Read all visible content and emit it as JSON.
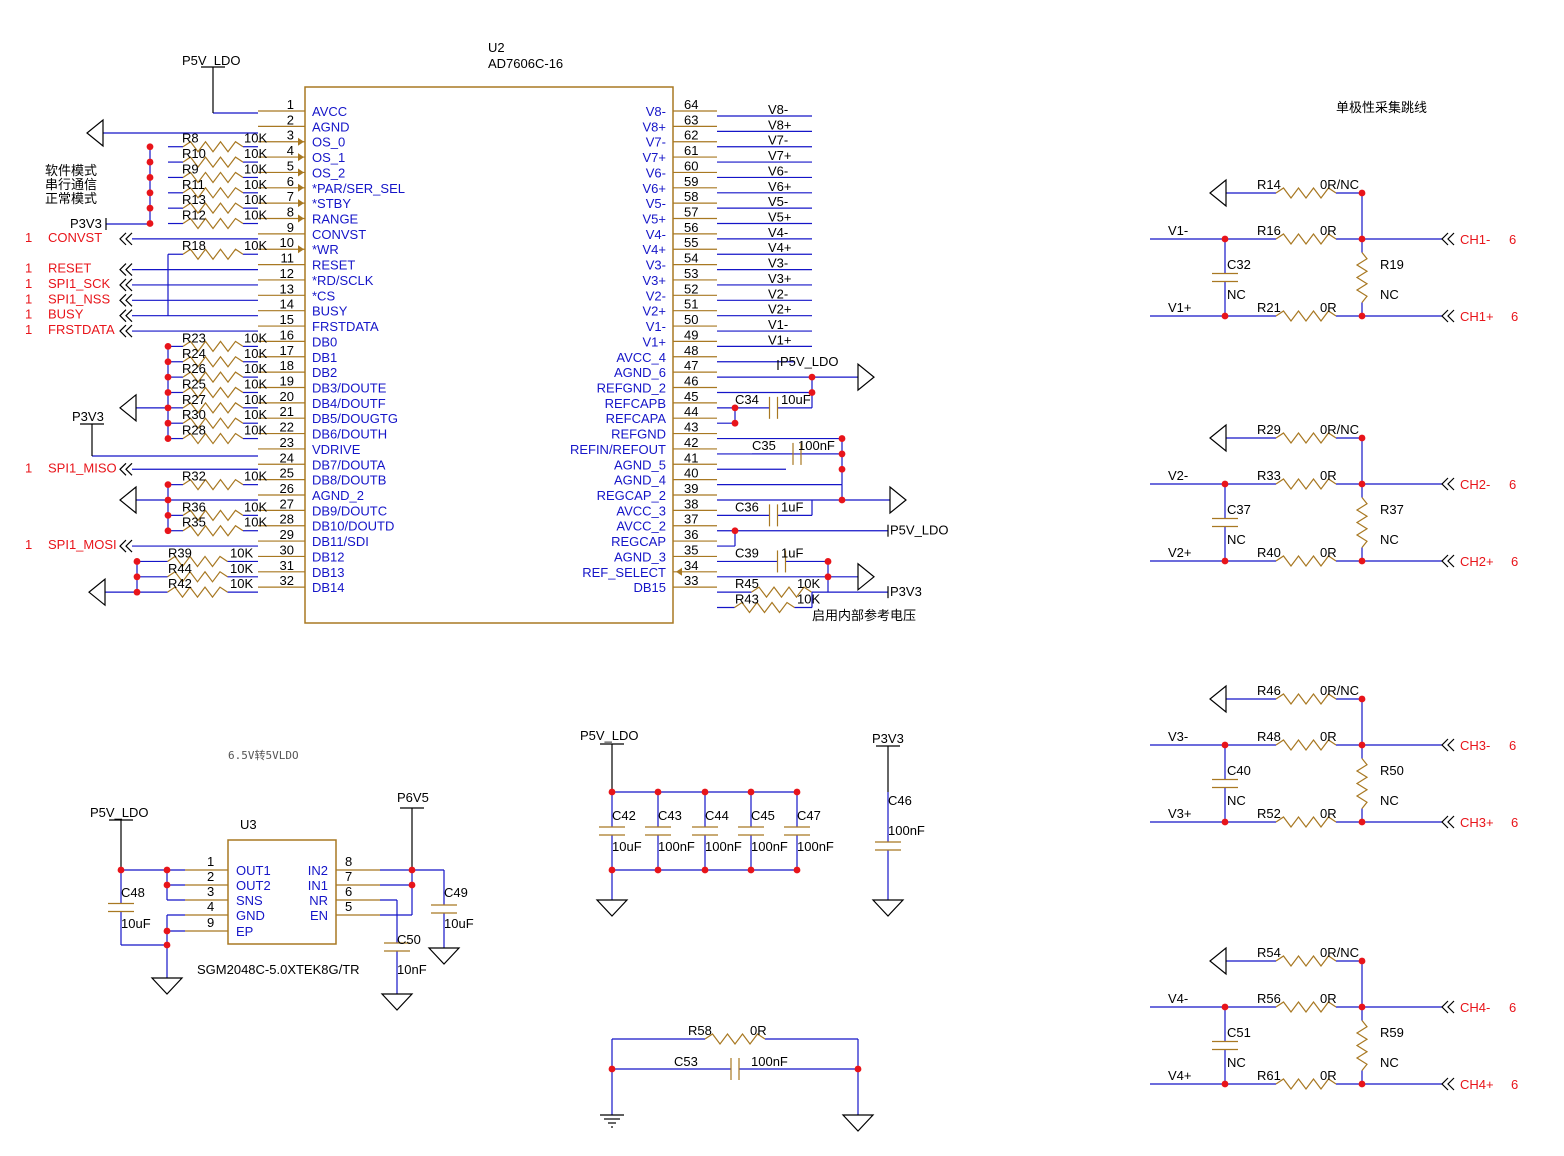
{
  "u2": {
    "ref": "U2",
    "part": "AD7606C-16",
    "left_pins": [
      {
        "n": "1",
        "name": "AVCC"
      },
      {
        "n": "2",
        "name": "AGND"
      },
      {
        "n": "3",
        "name": "OS_0"
      },
      {
        "n": "4",
        "name": "OS_1"
      },
      {
        "n": "5",
        "name": "OS_2"
      },
      {
        "n": "6",
        "name": "*PAR/SER_SEL"
      },
      {
        "n": "7",
        "name": "*STBY"
      },
      {
        "n": "8",
        "name": "RANGE"
      },
      {
        "n": "9",
        "name": "CONVST"
      },
      {
        "n": "10",
        "name": "*WR"
      },
      {
        "n": "11",
        "name": "RESET"
      },
      {
        "n": "12",
        "name": "*RD/SCLK"
      },
      {
        "n": "13",
        "name": "*CS"
      },
      {
        "n": "14",
        "name": "BUSY"
      },
      {
        "n": "15",
        "name": "FRSTDATA"
      },
      {
        "n": "16",
        "name": "DB0"
      },
      {
        "n": "17",
        "name": "DB1"
      },
      {
        "n": "18",
        "name": "DB2"
      },
      {
        "n": "19",
        "name": "DB3/DOUTE"
      },
      {
        "n": "20",
        "name": "DB4/DOUTF"
      },
      {
        "n": "21",
        "name": "DB5/DOUGTG"
      },
      {
        "n": "22",
        "name": "DB6/DOUTH"
      },
      {
        "n": "23",
        "name": "VDRIVE"
      },
      {
        "n": "24",
        "name": "DB7/DOUTA"
      },
      {
        "n": "25",
        "name": "DB8/DOUTB"
      },
      {
        "n": "26",
        "name": "AGND_2"
      },
      {
        "n": "27",
        "name": "DB9/DOUTC"
      },
      {
        "n": "28",
        "name": "DB10/DOUTD"
      },
      {
        "n": "29",
        "name": "DB11/SDI"
      },
      {
        "n": "30",
        "name": "DB12"
      },
      {
        "n": "31",
        "name": "DB13"
      },
      {
        "n": "32",
        "name": "DB14"
      }
    ],
    "right_pins": [
      {
        "n": "64",
        "name": "V8-",
        "net": "V8-"
      },
      {
        "n": "63",
        "name": "V8+",
        "net": "V8+"
      },
      {
        "n": "62",
        "name": "V7-",
        "net": "V7-"
      },
      {
        "n": "61",
        "name": "V7+",
        "net": "V7+"
      },
      {
        "n": "60",
        "name": "V6-",
        "net": "V6-"
      },
      {
        "n": "59",
        "name": "V6+",
        "net": "V6+"
      },
      {
        "n": "58",
        "name": "V5-",
        "net": "V5-"
      },
      {
        "n": "57",
        "name": "V5+",
        "net": "V5+"
      },
      {
        "n": "56",
        "name": "V4-",
        "net": "V4-"
      },
      {
        "n": "55",
        "name": "V4+",
        "net": "V4+"
      },
      {
        "n": "54",
        "name": "V3-",
        "net": "V3-"
      },
      {
        "n": "53",
        "name": "V3+",
        "net": "V3+"
      },
      {
        "n": "52",
        "name": "V2-",
        "net": "V2-"
      },
      {
        "n": "51",
        "name": "V2+",
        "net": "V2+"
      },
      {
        "n": "50",
        "name": "V1-",
        "net": "V1-"
      },
      {
        "n": "49",
        "name": "V1+",
        "net": "V1+"
      },
      {
        "n": "48",
        "name": "AVCC_4",
        "net": ""
      },
      {
        "n": "47",
        "name": "AGND_6",
        "net": ""
      },
      {
        "n": "46",
        "name": "REFGND_2",
        "net": ""
      },
      {
        "n": "45",
        "name": "REFCAPB",
        "net": ""
      },
      {
        "n": "44",
        "name": "REFCAPA",
        "net": ""
      },
      {
        "n": "43",
        "name": "REFGND",
        "net": ""
      },
      {
        "n": "42",
        "name": "REFIN/REFOUT",
        "net": ""
      },
      {
        "n": "41",
        "name": "AGND_5",
        "net": ""
      },
      {
        "n": "40",
        "name": "AGND_4",
        "net": ""
      },
      {
        "n": "39",
        "name": "REGCAP_2",
        "net": ""
      },
      {
        "n": "38",
        "name": "AVCC_3",
        "net": ""
      },
      {
        "n": "37",
        "name": "AVCC_2",
        "net": ""
      },
      {
        "n": "36",
        "name": "REGCAP",
        "net": ""
      },
      {
        "n": "35",
        "name": "AGND_3",
        "net": ""
      },
      {
        "n": "34",
        "name": "REF_SELECT",
        "net": ""
      },
      {
        "n": "33",
        "name": "DB15",
        "net": ""
      }
    ]
  },
  "left_resistors": [
    {
      "ref": "R8",
      "val": "10K"
    },
    {
      "ref": "R10",
      "val": "10K"
    },
    {
      "ref": "R9",
      "val": "10K"
    },
    {
      "ref": "R11",
      "val": "10K"
    },
    {
      "ref": "R13",
      "val": "10K"
    },
    {
      "ref": "R12",
      "val": "10K"
    },
    {
      "ref": "R18",
      "val": "10K"
    },
    {
      "ref": "R23",
      "val": "10K"
    },
    {
      "ref": "R24",
      "val": "10K"
    },
    {
      "ref": "R26",
      "val": "10K"
    },
    {
      "ref": "R25",
      "val": "10K"
    },
    {
      "ref": "R27",
      "val": "10K"
    },
    {
      "ref": "R30",
      "val": "10K"
    },
    {
      "ref": "R28",
      "val": "10K"
    },
    {
      "ref": "R32",
      "val": "10K"
    },
    {
      "ref": "R36",
      "val": "10K"
    },
    {
      "ref": "R35",
      "val": "10K"
    },
    {
      "ref": "R39",
      "val": "10K"
    },
    {
      "ref": "R44",
      "val": "10K"
    },
    {
      "ref": "R42",
      "val": "10K"
    }
  ],
  "ports": [
    {
      "num": "1",
      "name": "CONVST"
    },
    {
      "num": "1",
      "name": "RESET"
    },
    {
      "num": "1",
      "name": "SPI1_SCK"
    },
    {
      "num": "1",
      "name": "SPI1_NSS"
    },
    {
      "num": "1",
      "name": "BUSY"
    },
    {
      "num": "1",
      "name": "FRSTDATA"
    },
    {
      "num": "1",
      "name": "SPI1_MISO"
    },
    {
      "num": "1",
      "name": "SPI1_MOSI"
    }
  ],
  "notes": {
    "mode_lines": [
      "软件模式",
      "串行通信",
      "正常模式"
    ],
    "internal_ref": "启用内部参考电压",
    "unipolar": "单极性采集跳线",
    "ldo": "6.5V转5VLDO"
  },
  "nets": {
    "p5v": "P5V_LDO",
    "p3v3": "P3V3",
    "p6v5": "P6V5"
  },
  "ref_parts": {
    "c34": {
      "ref": "C34",
      "val": "10uF"
    },
    "c35": {
      "ref": "C35",
      "val": "100nF"
    },
    "c36": {
      "ref": "C36",
      "val": "1uF"
    },
    "c39": {
      "ref": "C39",
      "val": "1uF"
    },
    "r45": {
      "ref": "R45",
      "val": "10K"
    },
    "r43": {
      "ref": "R43",
      "val": "10K"
    }
  },
  "u3": {
    "ref": "U3",
    "part": "SGM2048C-5.0XTEK8G/TR",
    "left_pins": [
      {
        "n": "1",
        "name": "OUT1"
      },
      {
        "n": "2",
        "name": "OUT2"
      },
      {
        "n": "3",
        "name": "SNS"
      },
      {
        "n": "4",
        "name": "GND"
      },
      {
        "n": "9",
        "name": "EP"
      }
    ],
    "right_pins": [
      {
        "n": "8",
        "name": "IN2"
      },
      {
        "n": "7",
        "name": "IN1"
      },
      {
        "n": "6",
        "name": "NR"
      },
      {
        "n": "5",
        "name": "EN"
      }
    ],
    "c48": {
      "ref": "C48",
      "val": "10uF"
    },
    "c49": {
      "ref": "C49",
      "val": "10uF"
    },
    "c50": {
      "ref": "C50",
      "val": "10nF"
    }
  },
  "decoupling": {
    "caps": [
      {
        "ref": "C42",
        "val": "10uF"
      },
      {
        "ref": "C43",
        "val": "100nF"
      },
      {
        "ref": "C44",
        "val": "100nF"
      },
      {
        "ref": "C45",
        "val": "100nF"
      },
      {
        "ref": "C47",
        "val": "100nF"
      }
    ],
    "c46": {
      "ref": "C46",
      "val": "100nF"
    }
  },
  "gnd_tie": {
    "r58": {
      "ref": "R58",
      "val": "0R"
    },
    "c53": {
      "ref": "C53",
      "val": "100nF"
    }
  },
  "channels": [
    {
      "vneg": "V1-",
      "vpos": "V1+",
      "r_top": "R14",
      "r_top_val": "0R/NC",
      "r_neg": "R16",
      "r_neg_val": "0R",
      "r_pos": "R21",
      "r_pos_val": "0R",
      "cap": "C32",
      "cap_val": "NC",
      "r_sh": "R19",
      "r_sh_val": "NC",
      "ch_neg": "CH1-",
      "ch_pos": "CH1+",
      "sheet": "6"
    },
    {
      "vneg": "V2-",
      "vpos": "V2+",
      "r_top": "R29",
      "r_top_val": "0R/NC",
      "r_neg": "R33",
      "r_neg_val": "0R",
      "r_pos": "R40",
      "r_pos_val": "0R",
      "cap": "C37",
      "cap_val": "NC",
      "r_sh": "R37",
      "r_sh_val": "NC",
      "ch_neg": "CH2-",
      "ch_pos": "CH2+",
      "sheet": "6"
    },
    {
      "vneg": "V3-",
      "vpos": "V3+",
      "r_top": "R46",
      "r_top_val": "0R/NC",
      "r_neg": "R48",
      "r_neg_val": "0R",
      "r_pos": "R52",
      "r_pos_val": "0R",
      "cap": "C40",
      "cap_val": "NC",
      "r_sh": "R50",
      "r_sh_val": "NC",
      "ch_neg": "CH3-",
      "ch_pos": "CH3+",
      "sheet": "6"
    },
    {
      "vneg": "V4-",
      "vpos": "V4+",
      "r_top": "R54",
      "r_top_val": "0R/NC",
      "r_neg": "R56",
      "r_neg_val": "0R",
      "r_pos": "R61",
      "r_pos_val": "0R",
      "cap": "C51",
      "cap_val": "NC",
      "r_sh": "R59",
      "r_sh_val": "NC",
      "ch_neg": "CH4-",
      "ch_pos": "CH4+",
      "sheet": "6"
    }
  ]
}
